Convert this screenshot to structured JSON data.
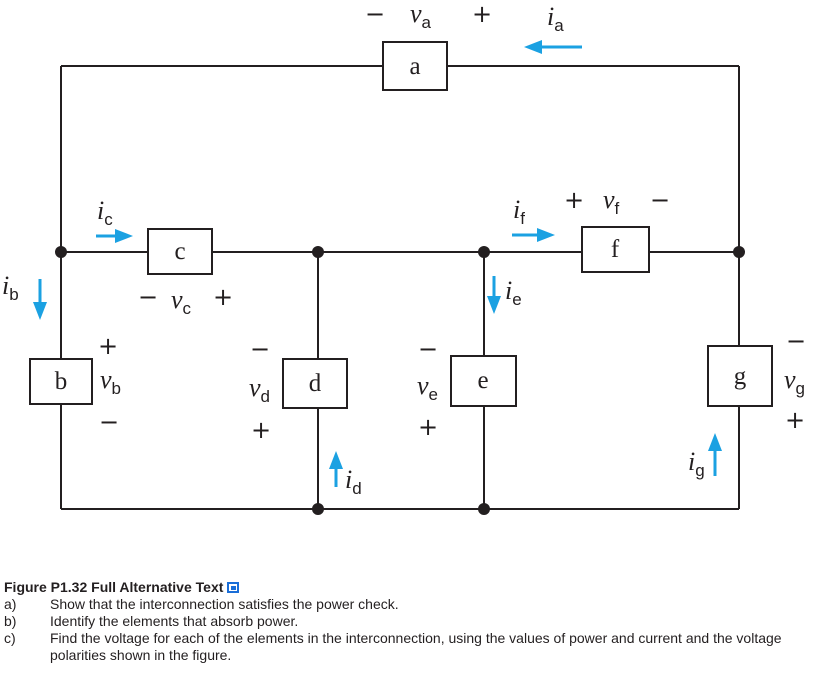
{
  "elements": {
    "a": "a",
    "b": "b",
    "c": "c",
    "d": "d",
    "e": "e",
    "f": "f",
    "g": "g"
  },
  "voltages": {
    "a": {
      "sym": "v",
      "sub": "a",
      "plus": "+",
      "minus": "−"
    },
    "b": {
      "sym": "v",
      "sub": "b",
      "plus": "+",
      "minus": "−"
    },
    "c": {
      "sym": "v",
      "sub": "c",
      "plus": "+",
      "minus": "−"
    },
    "d": {
      "sym": "v",
      "sub": "d",
      "plus": "+",
      "minus": "−"
    },
    "e": {
      "sym": "v",
      "sub": "e",
      "plus": "+",
      "minus": "−"
    },
    "f": {
      "sym": "v",
      "sub": "f",
      "plus": "+",
      "minus": "−"
    },
    "g": {
      "sym": "v",
      "sub": "g",
      "plus": "+",
      "minus": "−"
    }
  },
  "currents": {
    "a": {
      "sym": "i",
      "sub": "a"
    },
    "b": {
      "sym": "i",
      "sub": "b"
    },
    "c": {
      "sym": "i",
      "sub": "c"
    },
    "d": {
      "sym": "i",
      "sub": "d"
    },
    "e": {
      "sym": "i",
      "sub": "e"
    },
    "f": {
      "sym": "i",
      "sub": "f"
    },
    "g": {
      "sym": "i",
      "sub": "g"
    }
  },
  "colors": {
    "wire": "#231f20",
    "arrow": "#1ba1e2",
    "icon": "#1a6ed8"
  },
  "caption": {
    "title": "Figure P1.32 Full Alternative Text",
    "icon": "expand-icon",
    "questions": [
      {
        "letter": "a)",
        "text": "Show that the interconnection satisfies the power check."
      },
      {
        "letter": "b)",
        "text": "Identify the elements that absorb power."
      },
      {
        "letter": "c)",
        "text": "Find the voltage for each of the elements in the interconnection, using the values of power and current and the voltage polarities shown in the figure."
      }
    ]
  }
}
